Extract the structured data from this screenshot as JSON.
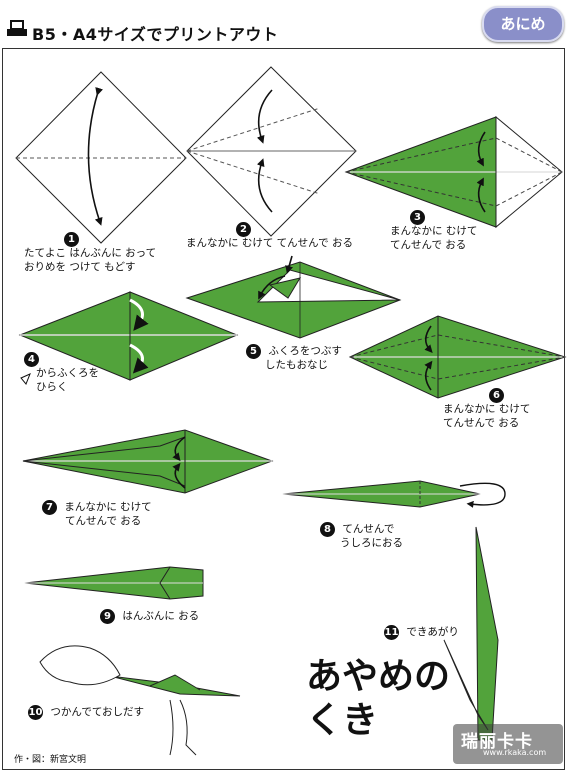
{
  "header": {
    "title": "B5・A4サイズでプリントアウト",
    "badge": "あにめ"
  },
  "steps": [
    {
      "number": "1",
      "lines": [
        "たてよこ はんぶんに おって",
        "おりめを つけて もどす"
      ]
    },
    {
      "number": "2",
      "lines": [
        "まんなかに むけて てんせんで おる"
      ]
    },
    {
      "number": "3",
      "lines": [
        "まんなかに むけて",
        "てんせんで おる"
      ]
    },
    {
      "number": "4",
      "lines": [
        "からふくろを",
        "ひらく"
      ]
    },
    {
      "number": "5",
      "lines": [
        "ふくろをつぶす",
        "したもおなじ"
      ]
    },
    {
      "number": "6",
      "lines": [
        "まんなかに むけて",
        "てんせんで おる"
      ]
    },
    {
      "number": "7",
      "lines": [
        "まんなかに むけて",
        "てんせんで おる"
      ]
    },
    {
      "number": "8",
      "lines": [
        "てんせんで",
        "うしろにおる"
      ]
    },
    {
      "number": "9",
      "lines": [
        "はんぶんに おる"
      ]
    },
    {
      "number": "10",
      "lines": [
        "つかんでておしだす"
      ]
    },
    {
      "number": "11",
      "lines": [
        "できあがり"
      ]
    }
  ],
  "result_title": [
    "あやめの",
    "くき"
  ],
  "credit": "作・図：新宮文明",
  "watermark": {
    "main": "瑞丽卡卡",
    "url": "www.rkaka.com"
  },
  "colors": {
    "paper_green": "#52a33b",
    "badge": "#8a8fc9"
  }
}
